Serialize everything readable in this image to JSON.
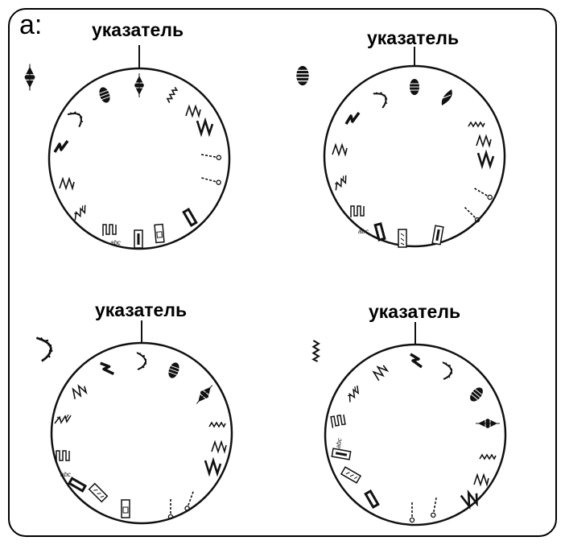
{
  "figure_label": "a:",
  "pointer_label": "указатель",
  "dials": [
    {
      "id": "dial-1",
      "pointer_label": "указатель",
      "selected_stitch_icon": "dense-oval-satin-icon",
      "stitches": [
        "dense-oval-satin-icon",
        "satin-leaf-icon",
        "scallop-icon",
        "satin-lightning-icon",
        "zigzag-icon",
        "feather-icon",
        "smocking-icon",
        "buttonhole-sequence-icon",
        "buttonhole-a-icon",
        "buttonhole-b-icon",
        "buttonhole-c-icon",
        "straight-needle-icon",
        "straight-needle-icon",
        "wide-zigzag-icon",
        "narrow-zigzag-icon",
        "wave-icon",
        "satin-leaf-icon"
      ]
    },
    {
      "id": "dial-2",
      "pointer_label": "указатель",
      "selected_stitch_icon": "round-satin-icon",
      "stitches": [
        "round-satin-icon",
        "leaf-satin-icon",
        "satin-lightning-icon",
        "zigzag-icon",
        "feather-icon",
        "smocking-icon",
        "buttonhole-sequence-icon",
        "buttonhole-a-icon",
        "buttonhole-b-icon",
        "buttonhole-c-icon",
        "straight-needle-icon",
        "straight-needle-icon",
        "wide-zigzag-icon",
        "narrow-zigzag-icon",
        "wave-icon",
        "leaf-satin-icon"
      ]
    },
    {
      "id": "dial-3",
      "pointer_label": "указатель",
      "selected_stitch_icon": "scallop-icon",
      "stitches": [
        "scallop-icon",
        "oval-satin-icon",
        "satin-leaf-icon",
        "wave-icon",
        "narrow-zigzag-icon",
        "wide-zigzag-icon",
        "straight-needle-icon",
        "straight-needle-icon",
        "buttonhole-a-icon",
        "buttonhole-b-icon",
        "buttonhole-c-icon",
        "buttonhole-sequence-icon",
        "smocking-icon",
        "feather-icon",
        "zigzag-icon",
        "satin-lightning-icon"
      ]
    },
    {
      "id": "dial-4",
      "pointer_label": "указатель",
      "selected_stitch_icon": "wave-icon",
      "stitches": [
        "satin-lightning-icon",
        "scallop-icon",
        "oval-satin-icon",
        "round-satin-icon",
        "wave-icon",
        "narrow-zigzag-icon",
        "wide-zigzag-icon",
        "straight-needle-icon",
        "straight-needle-icon",
        "buttonhole-a-icon",
        "buttonhole-b-icon",
        "buttonhole-c-icon",
        "buttonhole-sequence-icon",
        "smocking-icon",
        "feather-icon",
        "zigzag-icon"
      ]
    }
  ]
}
